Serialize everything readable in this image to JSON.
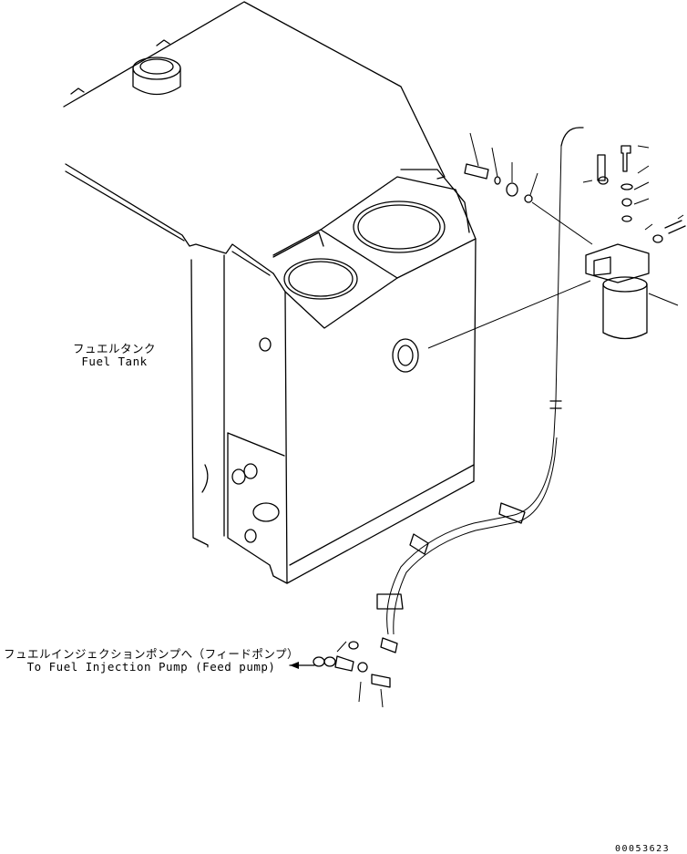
{
  "labels": {
    "fuel_tank_jp": "フュエルタンク",
    "fuel_tank_en": "Fuel Tank",
    "to_pump_jp": "フュエルインジェクションポンプへ（フィードポンプ）",
    "to_pump_en": "To Fuel Injection Pump (Feed pump)",
    "drawing_code": "00053623"
  }
}
